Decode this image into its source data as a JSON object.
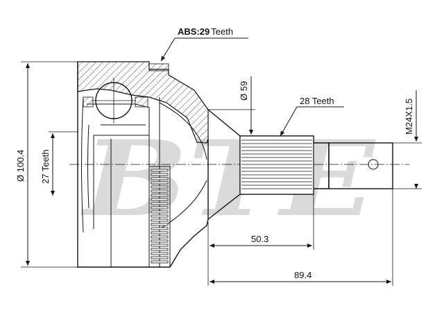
{
  "watermark": {
    "text": "BTE"
  },
  "callouts": {
    "abs_prefix": "ABS",
    "abs_value": ":29",
    "abs_suffix": "Teeth",
    "spline_teeth": "28 Teeth",
    "inner_teeth": "27 Teeth"
  },
  "dimensions": {
    "outer_diameter": "Ø 100.4",
    "shaft_diameter": "Ø 59",
    "thread": "M24X1.5",
    "spline_length": "50.3",
    "total_length": "89.4"
  },
  "colors": {
    "line": "#111111",
    "watermark": "#bdbdbd",
    "background": "#ffffff"
  }
}
